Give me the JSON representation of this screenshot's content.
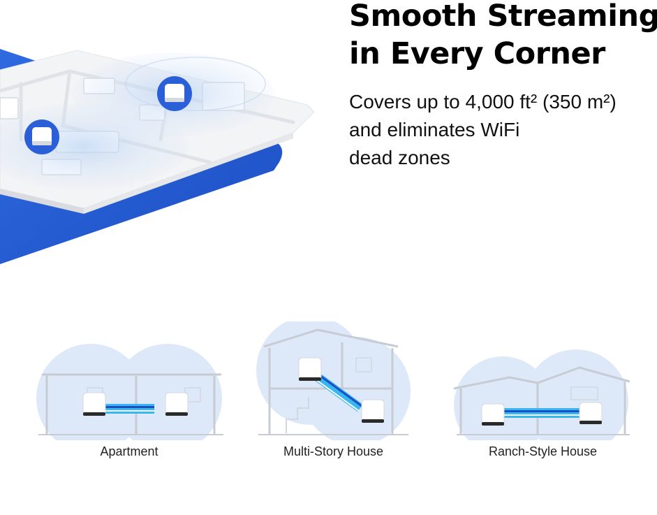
{
  "headline": {
    "line1": "Smooth Streaming",
    "line2": "in Every Corner"
  },
  "description": {
    "line1": "Covers up to 4,000 ft² (350 m²)",
    "line2": "and eliminates WiFi",
    "line3": "dead zones"
  },
  "scenarios": [
    {
      "label": "Apartment",
      "icon": "apartment-icon"
    },
    {
      "label": "Multi-Story House",
      "icon": "multi-story-house-icon"
    },
    {
      "label": "Ranch-Style House",
      "icon": "ranch-house-icon"
    }
  ],
  "colors": {
    "brand_blue": "#2a5fd8",
    "coverage_blue": "#cfe0f7",
    "link_cyan": "#2fb8f0"
  }
}
